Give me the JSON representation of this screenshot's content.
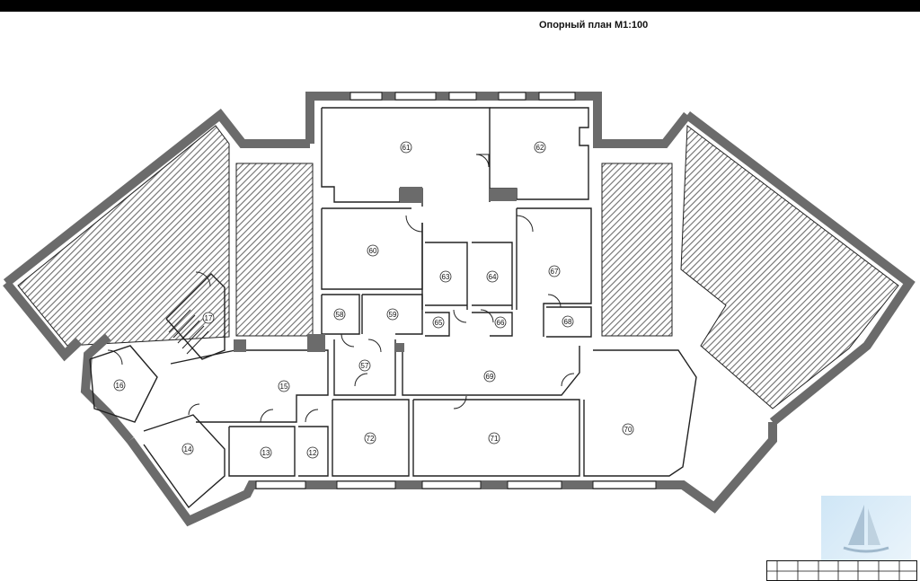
{
  "header": {
    "title": "Опорный план М1:100"
  },
  "colors": {
    "wall": "#6b6b6b",
    "hatch": "#8a8a8a",
    "line": "#222222",
    "bar": "#000000"
  },
  "rooms": [
    {
      "id": "61",
      "label": "61"
    },
    {
      "id": "62",
      "label": "62"
    },
    {
      "id": "60",
      "label": "60"
    },
    {
      "id": "63",
      "label": "63"
    },
    {
      "id": "64",
      "label": "64"
    },
    {
      "id": "67",
      "label": "67"
    },
    {
      "id": "58",
      "label": "58"
    },
    {
      "id": "59",
      "label": "59"
    },
    {
      "id": "65",
      "label": "65"
    },
    {
      "id": "66",
      "label": "66"
    },
    {
      "id": "68",
      "label": "68"
    },
    {
      "id": "57",
      "label": "57"
    },
    {
      "id": "69",
      "label": "69"
    },
    {
      "id": "17",
      "label": "17"
    },
    {
      "id": "16",
      "label": "16"
    },
    {
      "id": "15",
      "label": "15"
    },
    {
      "id": "14",
      "label": "14"
    },
    {
      "id": "13",
      "label": "13"
    },
    {
      "id": "12",
      "label": "12"
    },
    {
      "id": "72",
      "label": "72"
    },
    {
      "id": "71",
      "label": "71"
    },
    {
      "id": "70",
      "label": "70"
    }
  ],
  "watermark_logo": "sailboat-logo-icon"
}
